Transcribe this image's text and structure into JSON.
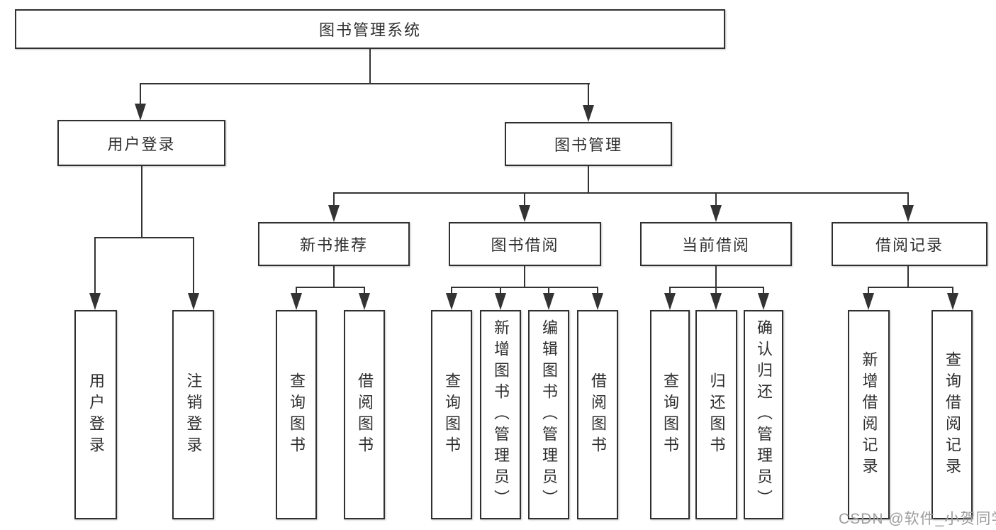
{
  "tree": {
    "label": "图书管理系统",
    "children": [
      {
        "label": "用户登录",
        "children": [
          {
            "label": "用户登录"
          },
          {
            "label": "注销登录"
          }
        ]
      },
      {
        "label": "图书管理",
        "children": [
          {
            "label": "新书推荐",
            "children": [
              {
                "label": "查询图书"
              },
              {
                "label": "借阅图书"
              }
            ]
          },
          {
            "label": "图书借阅",
            "children": [
              {
                "label": "查询图书"
              },
              {
                "label": "新增图书（管理员）"
              },
              {
                "label": "编辑图书（管理员）"
              },
              {
                "label": "借阅图书"
              }
            ]
          },
          {
            "label": "当前借阅",
            "children": [
              {
                "label": "查询图书"
              },
              {
                "label": "归还图书"
              },
              {
                "label": "确认归还（管理员）"
              }
            ]
          },
          {
            "label": "借阅记录",
            "children": [
              {
                "label": "新增借阅记录"
              },
              {
                "label": "查询借阅记录"
              }
            ]
          }
        ]
      }
    ]
  },
  "watermark": {
    "text": "CSDN @软件_小贺同学"
  },
  "colors": {
    "line": "#333333",
    "box_border": "#303030",
    "text": "#2e2e2e",
    "watermark": "#9d9d9d",
    "background": "#ffffff"
  }
}
